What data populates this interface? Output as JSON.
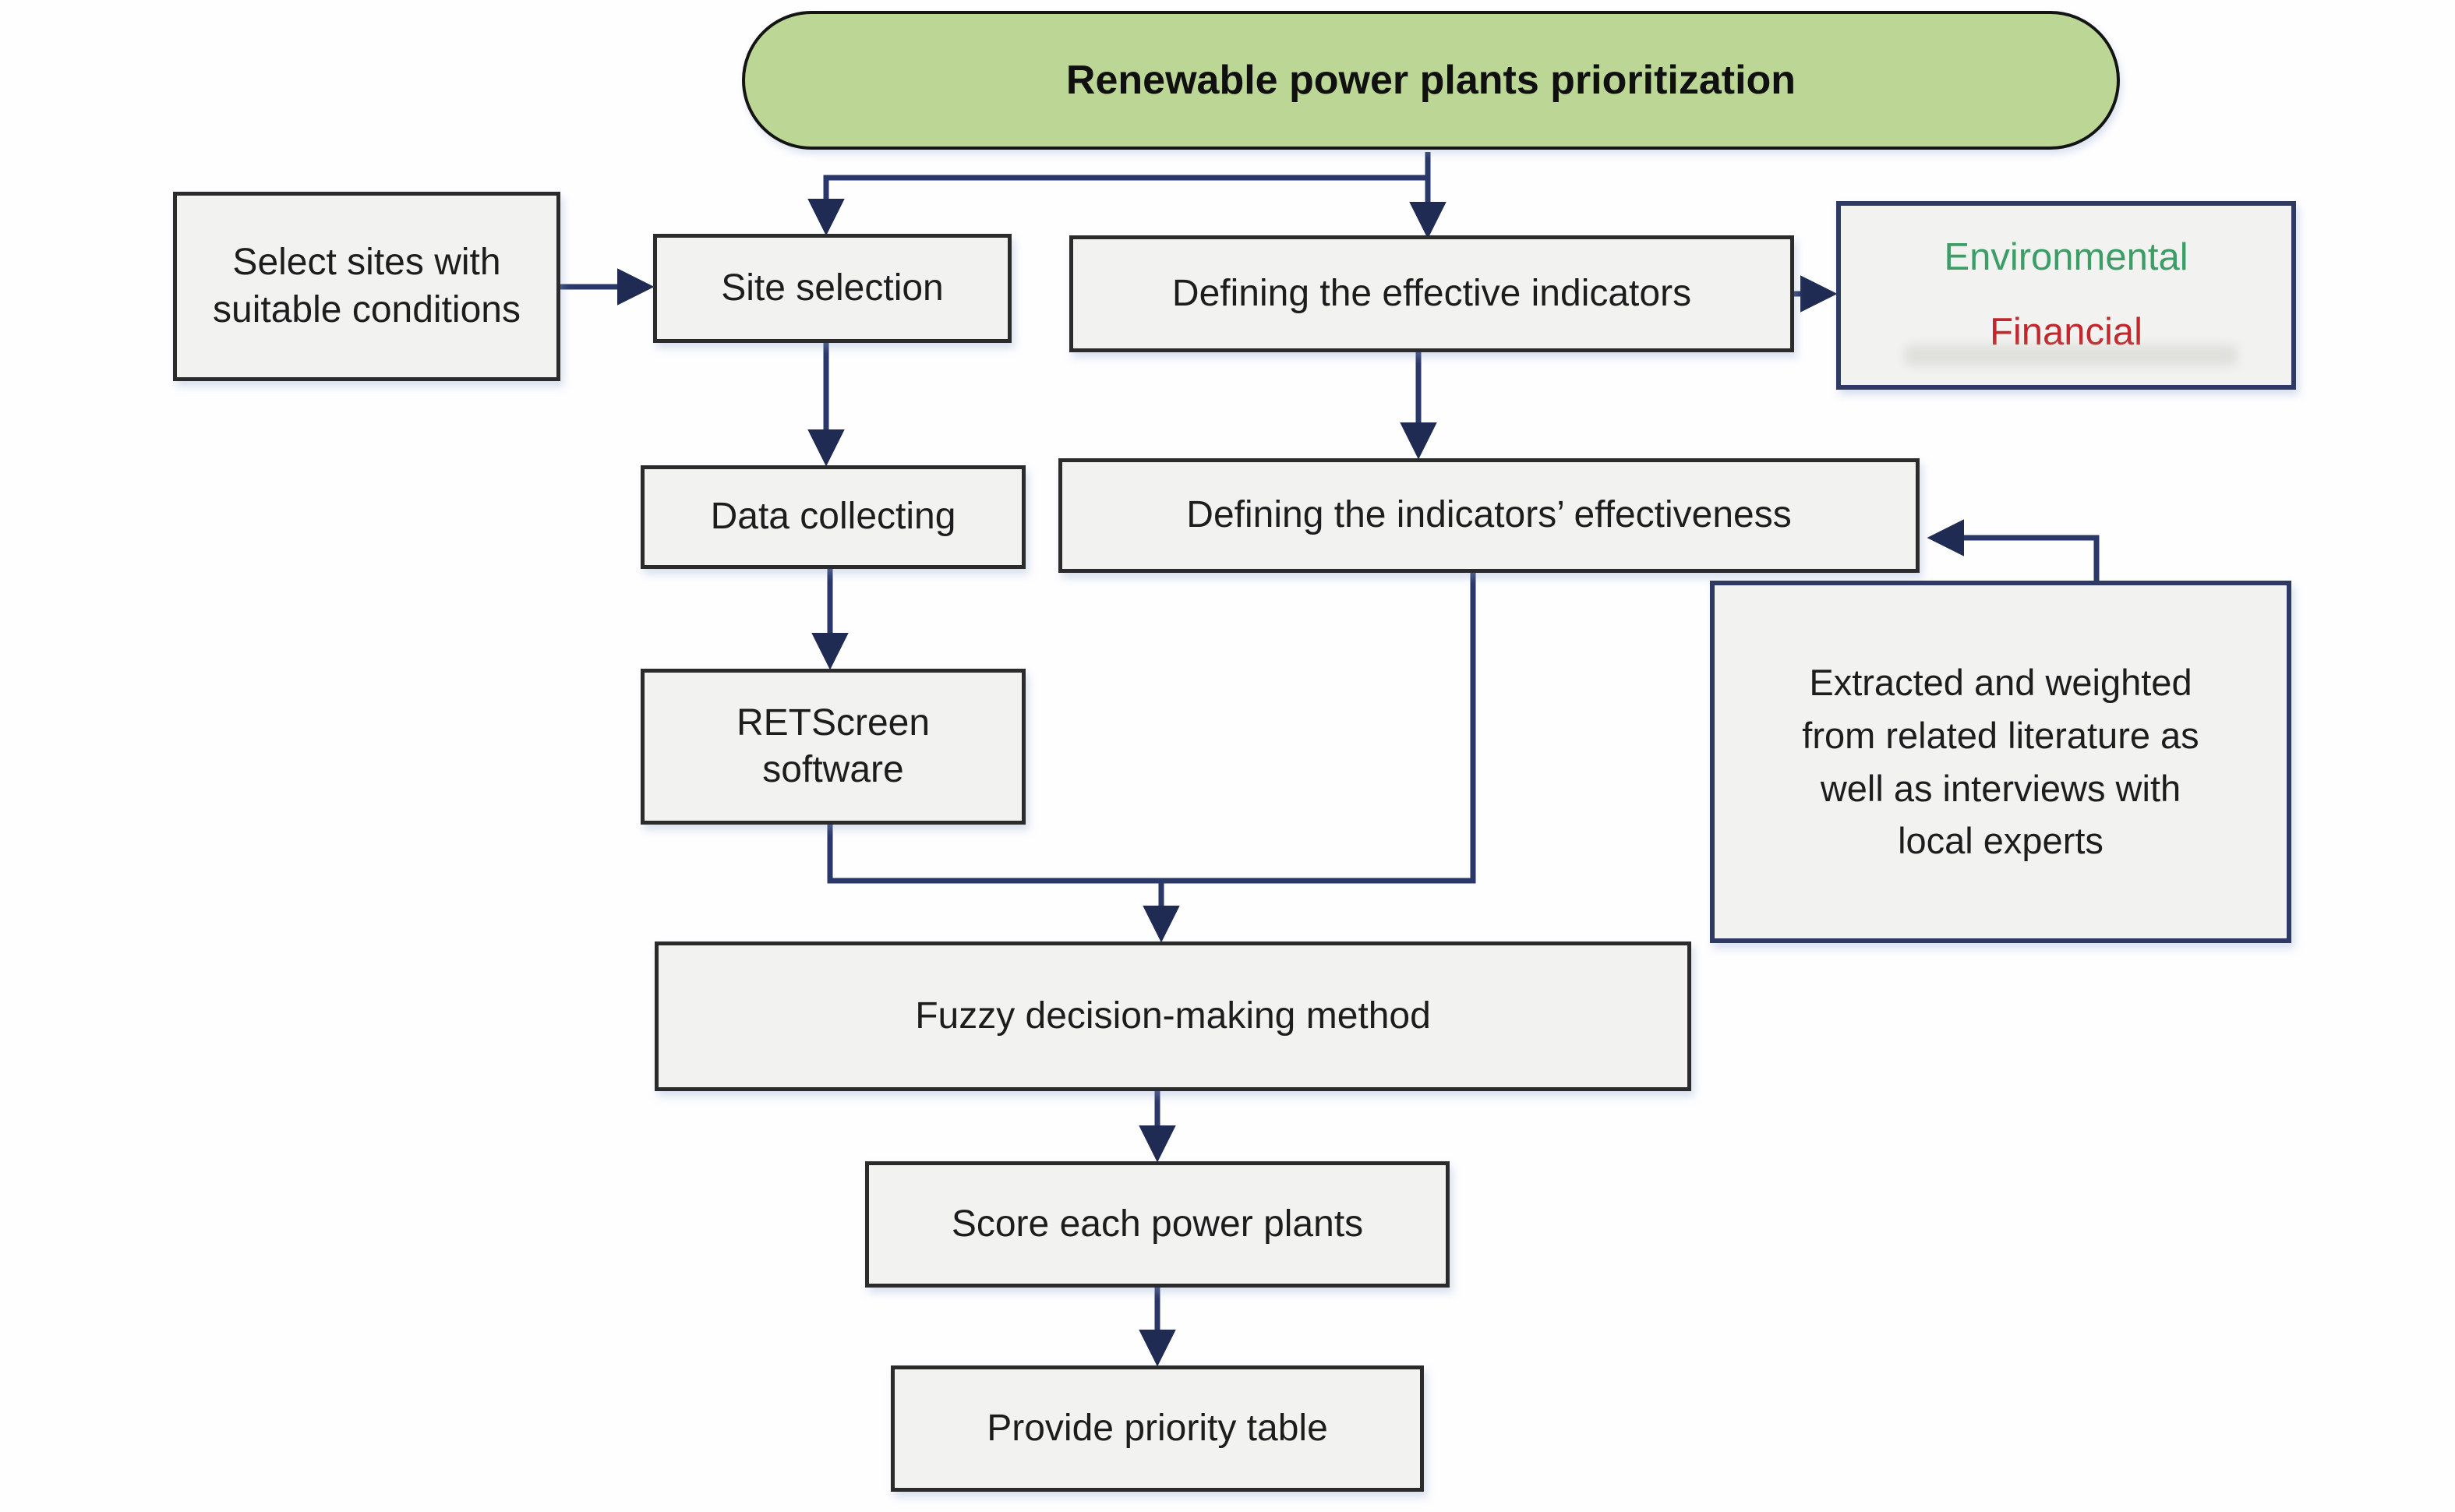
{
  "diagram": {
    "title": "Renewable power plants prioritization",
    "nodes": {
      "select_sites": "Select sites with\nsuitable conditions",
      "site_selection": "Site selection",
      "defining_indicators": "Defining the effective indicators",
      "environmental": "Environmental",
      "financial": "Financial",
      "data_collecting": "Data collecting",
      "indicators_effectiveness": "Defining the indicators’ effectiveness",
      "retscreen": "RETScreen\nsoftware",
      "extracted": "Extracted and weighted\nfrom related literature as\nwell as interviews with\nlocal experts",
      "fuzzy": "Fuzzy decision-making method",
      "score": "Score each power plants",
      "provide": "Provide priority table"
    },
    "colors": {
      "title_fill": "#bcd795",
      "box_fill": "#f2f2f0",
      "box_border_dark": "#2b2b2b",
      "box_border_navy": "#2e3a63",
      "arrow": "#2a3769",
      "environmental_text": "#3c9d66",
      "financial_text": "#c2272d",
      "text": "#1d1d1d"
    }
  }
}
